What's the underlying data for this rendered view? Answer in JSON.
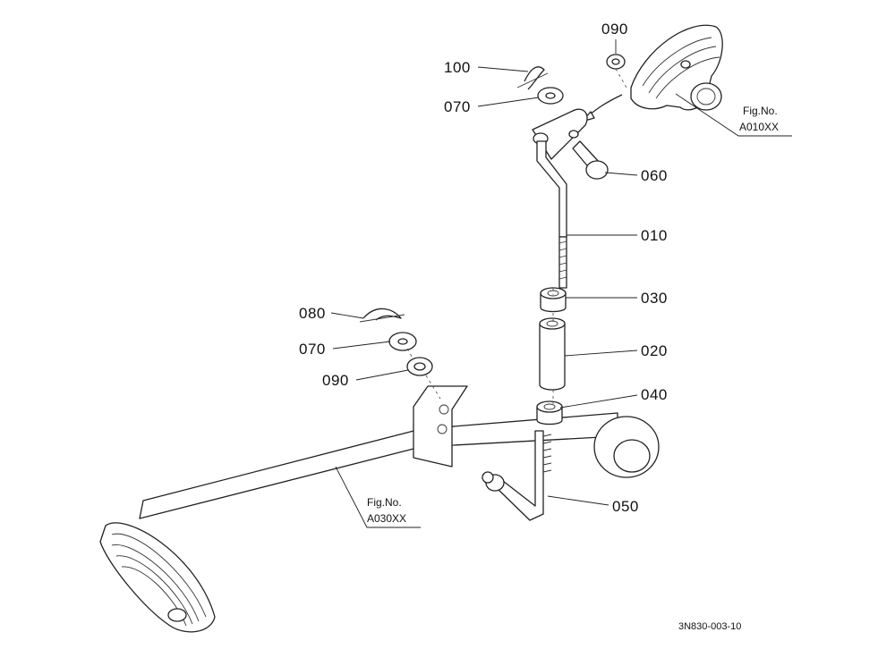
{
  "parts": [
    {
      "id": "callout-100",
      "label": "100"
    },
    {
      "id": "callout-090-top",
      "label": "090"
    },
    {
      "id": "callout-070-top",
      "label": "070"
    },
    {
      "id": "callout-060",
      "label": "060"
    },
    {
      "id": "callout-010",
      "label": "010"
    },
    {
      "id": "callout-030",
      "label": "030"
    },
    {
      "id": "callout-020",
      "label": "020"
    },
    {
      "id": "callout-040",
      "label": "040"
    },
    {
      "id": "callout-050",
      "label": "050"
    },
    {
      "id": "callout-080",
      "label": "080"
    },
    {
      "id": "callout-070-left",
      "label": "070"
    },
    {
      "id": "callout-090-left",
      "label": "090"
    }
  ],
  "figure_refs": [
    {
      "line1": "Fig.No.",
      "line2": "A010XX"
    },
    {
      "line1": "Fig.No.",
      "line2": "A030XX"
    }
  ],
  "diagram_code": "3N830-003-10"
}
